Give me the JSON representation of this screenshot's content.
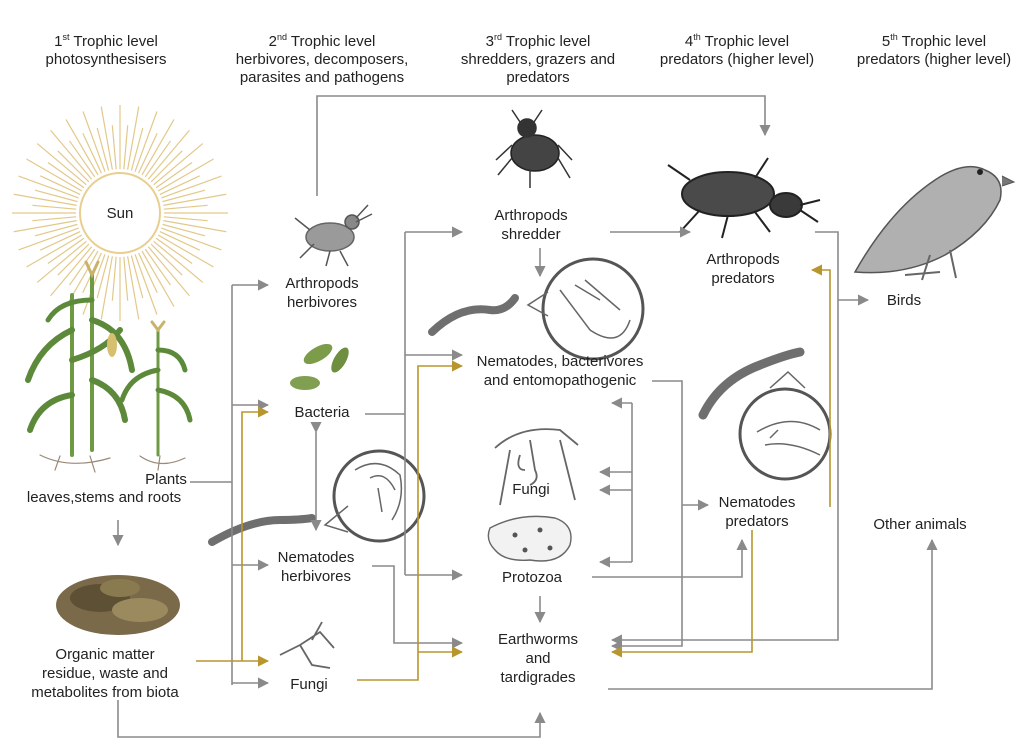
{
  "headers": [
    {
      "num": "1",
      "suffix": "st",
      "title": "Trophic level",
      "sub": "photosynthesisers"
    },
    {
      "num": "2",
      "suffix": "nd",
      "title": "Trophic level",
      "sub": "herbivores, decomposers,",
      "sub2": "parasites and pathogens"
    },
    {
      "num": "3",
      "suffix": "rd",
      "title": "Trophic level",
      "sub": "shredders, grazers and",
      "sub2": "predators"
    },
    {
      "num": "4",
      "suffix": "th",
      "title": "Trophic level",
      "sub": "predators (higher level)"
    },
    {
      "num": "5",
      "suffix": "th",
      "title": "Trophic level",
      "sub": "predators (higher level)"
    }
  ],
  "nodes": {
    "sun": "Sun",
    "plants": [
      "Plants",
      "leaves,stems and roots"
    ],
    "organic": [
      "Organic matter",
      "residue, waste and",
      "metabolites from biota"
    ],
    "arthro_herb": [
      "Arthropods",
      "herbivores"
    ],
    "bacteria": "Bacteria",
    "nema_herb": [
      "Nematodes",
      "herbivores"
    ],
    "fungi_2": "Fungi",
    "arthro_shred": [
      "Arthropods",
      "shredder"
    ],
    "nema_bact": [
      "Nematodes, bacterivores",
      "and entomopathogenic"
    ],
    "fungi_3": "Fungi",
    "protozoa": "Protozoa",
    "earthworms": [
      "Earthworms",
      "and",
      "tardigrades"
    ],
    "arthro_pred": [
      "Arthropods",
      "predators"
    ],
    "nema_pred": [
      "Nematodes",
      "predators"
    ],
    "birds": "Birds",
    "other": "Other animals"
  },
  "colors": {
    "arrow_gray": "#8a8a8a",
    "arrow_gold": "#b8962e",
    "plant_green": "#5c8a3a",
    "sun_ray": "#e2c98a"
  }
}
